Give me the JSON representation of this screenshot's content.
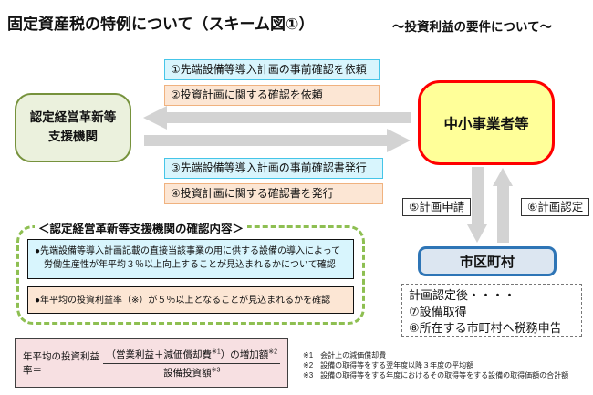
{
  "header": {
    "title": "固定資産税の特例について（スキーム図①）",
    "subtitle": "～投資利益の要件について～"
  },
  "steps": {
    "step1": "①先端設備等導入計画の事前確認を依頼",
    "step2": "②投資計画に関する確認を依頼",
    "step3": "③先端設備等導入計画の事前確認書発行",
    "step4": "④投資計画に関する確認書を発行",
    "step5": "⑤計画申請",
    "step6": "⑥計画認定"
  },
  "entities": {
    "support_org_line1": "認定経営革新等",
    "support_org_line2": "支援機関",
    "sme": "中小事業者等",
    "municipality": "市区町村"
  },
  "after_approval": {
    "line1": "計画認定後・・・・",
    "line2": "⑦設備取得",
    "line3": "⑧所在する市町村へ税務申告"
  },
  "confirmation": {
    "title": "＜認定経営革新等支援機関の確認内容＞",
    "item1_line1": "●先端設備等導入計画記載の直接当該事業の用に供する設備の導入によって",
    "item1_line2": "労働生産性が年平均３％以上向上することが見込まれるかについて確認",
    "item2": "●年平均の投資利益率（※）が５％以上となることが見込まれるかを確認"
  },
  "formula": {
    "lhs": "年平均の投資利益率＝",
    "numerator_main": "（営業利益＋減価償却費",
    "numerator_sup1": "※1",
    "numerator_tail": "）の増加額",
    "numerator_sup2": "※2",
    "denominator": "設備投資額",
    "denominator_sup": "※3"
  },
  "footnotes": {
    "note1": "※1　会計上の減価償却費",
    "note2": "※2　設備の取得等をする翌年度以降３年度の平均額",
    "note3": "※3　設備の取得等をする年度におけるその取得等をする設備の取得価額の合計額"
  },
  "colors": {
    "cyan_bg": "#d8f5fd",
    "cyan_border": "#45c5e8",
    "orange_bg": "#fce6d4",
    "orange_border": "#f0b27f",
    "support_bg": "#ebf1dd",
    "support_border": "#76923c",
    "sme_bg": "#ffff99",
    "sme_border": "#ff0000",
    "muni_bg": "#dce6f1",
    "muni_border": "#2e75b6",
    "dash_green": "#8ebf52",
    "arrow_gray": "#d3d3d3",
    "formula_bg": "#f7e0e2"
  }
}
